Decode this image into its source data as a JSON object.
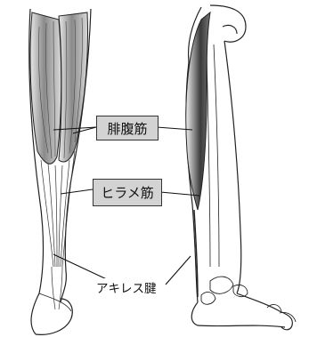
{
  "labels": {
    "gastrocnemius": "腓腹筋",
    "soleus": "ヒラメ筋",
    "achilles_tendon": "アキレス腱"
  },
  "colors": {
    "line": "#222222",
    "muscle_dark": "#555555",
    "label_box": "#d3d3d3"
  }
}
